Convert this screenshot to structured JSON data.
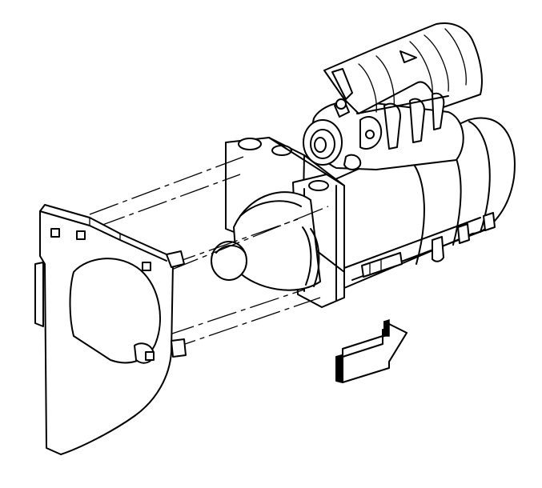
{
  "colors": {
    "ink": "#000000",
    "paper": "#ffffff"
  },
  "parts": [
    "bracket-plate",
    "mounting-block",
    "starter-motor",
    "solenoid",
    "terminal-boot",
    "direction-arrow"
  ]
}
